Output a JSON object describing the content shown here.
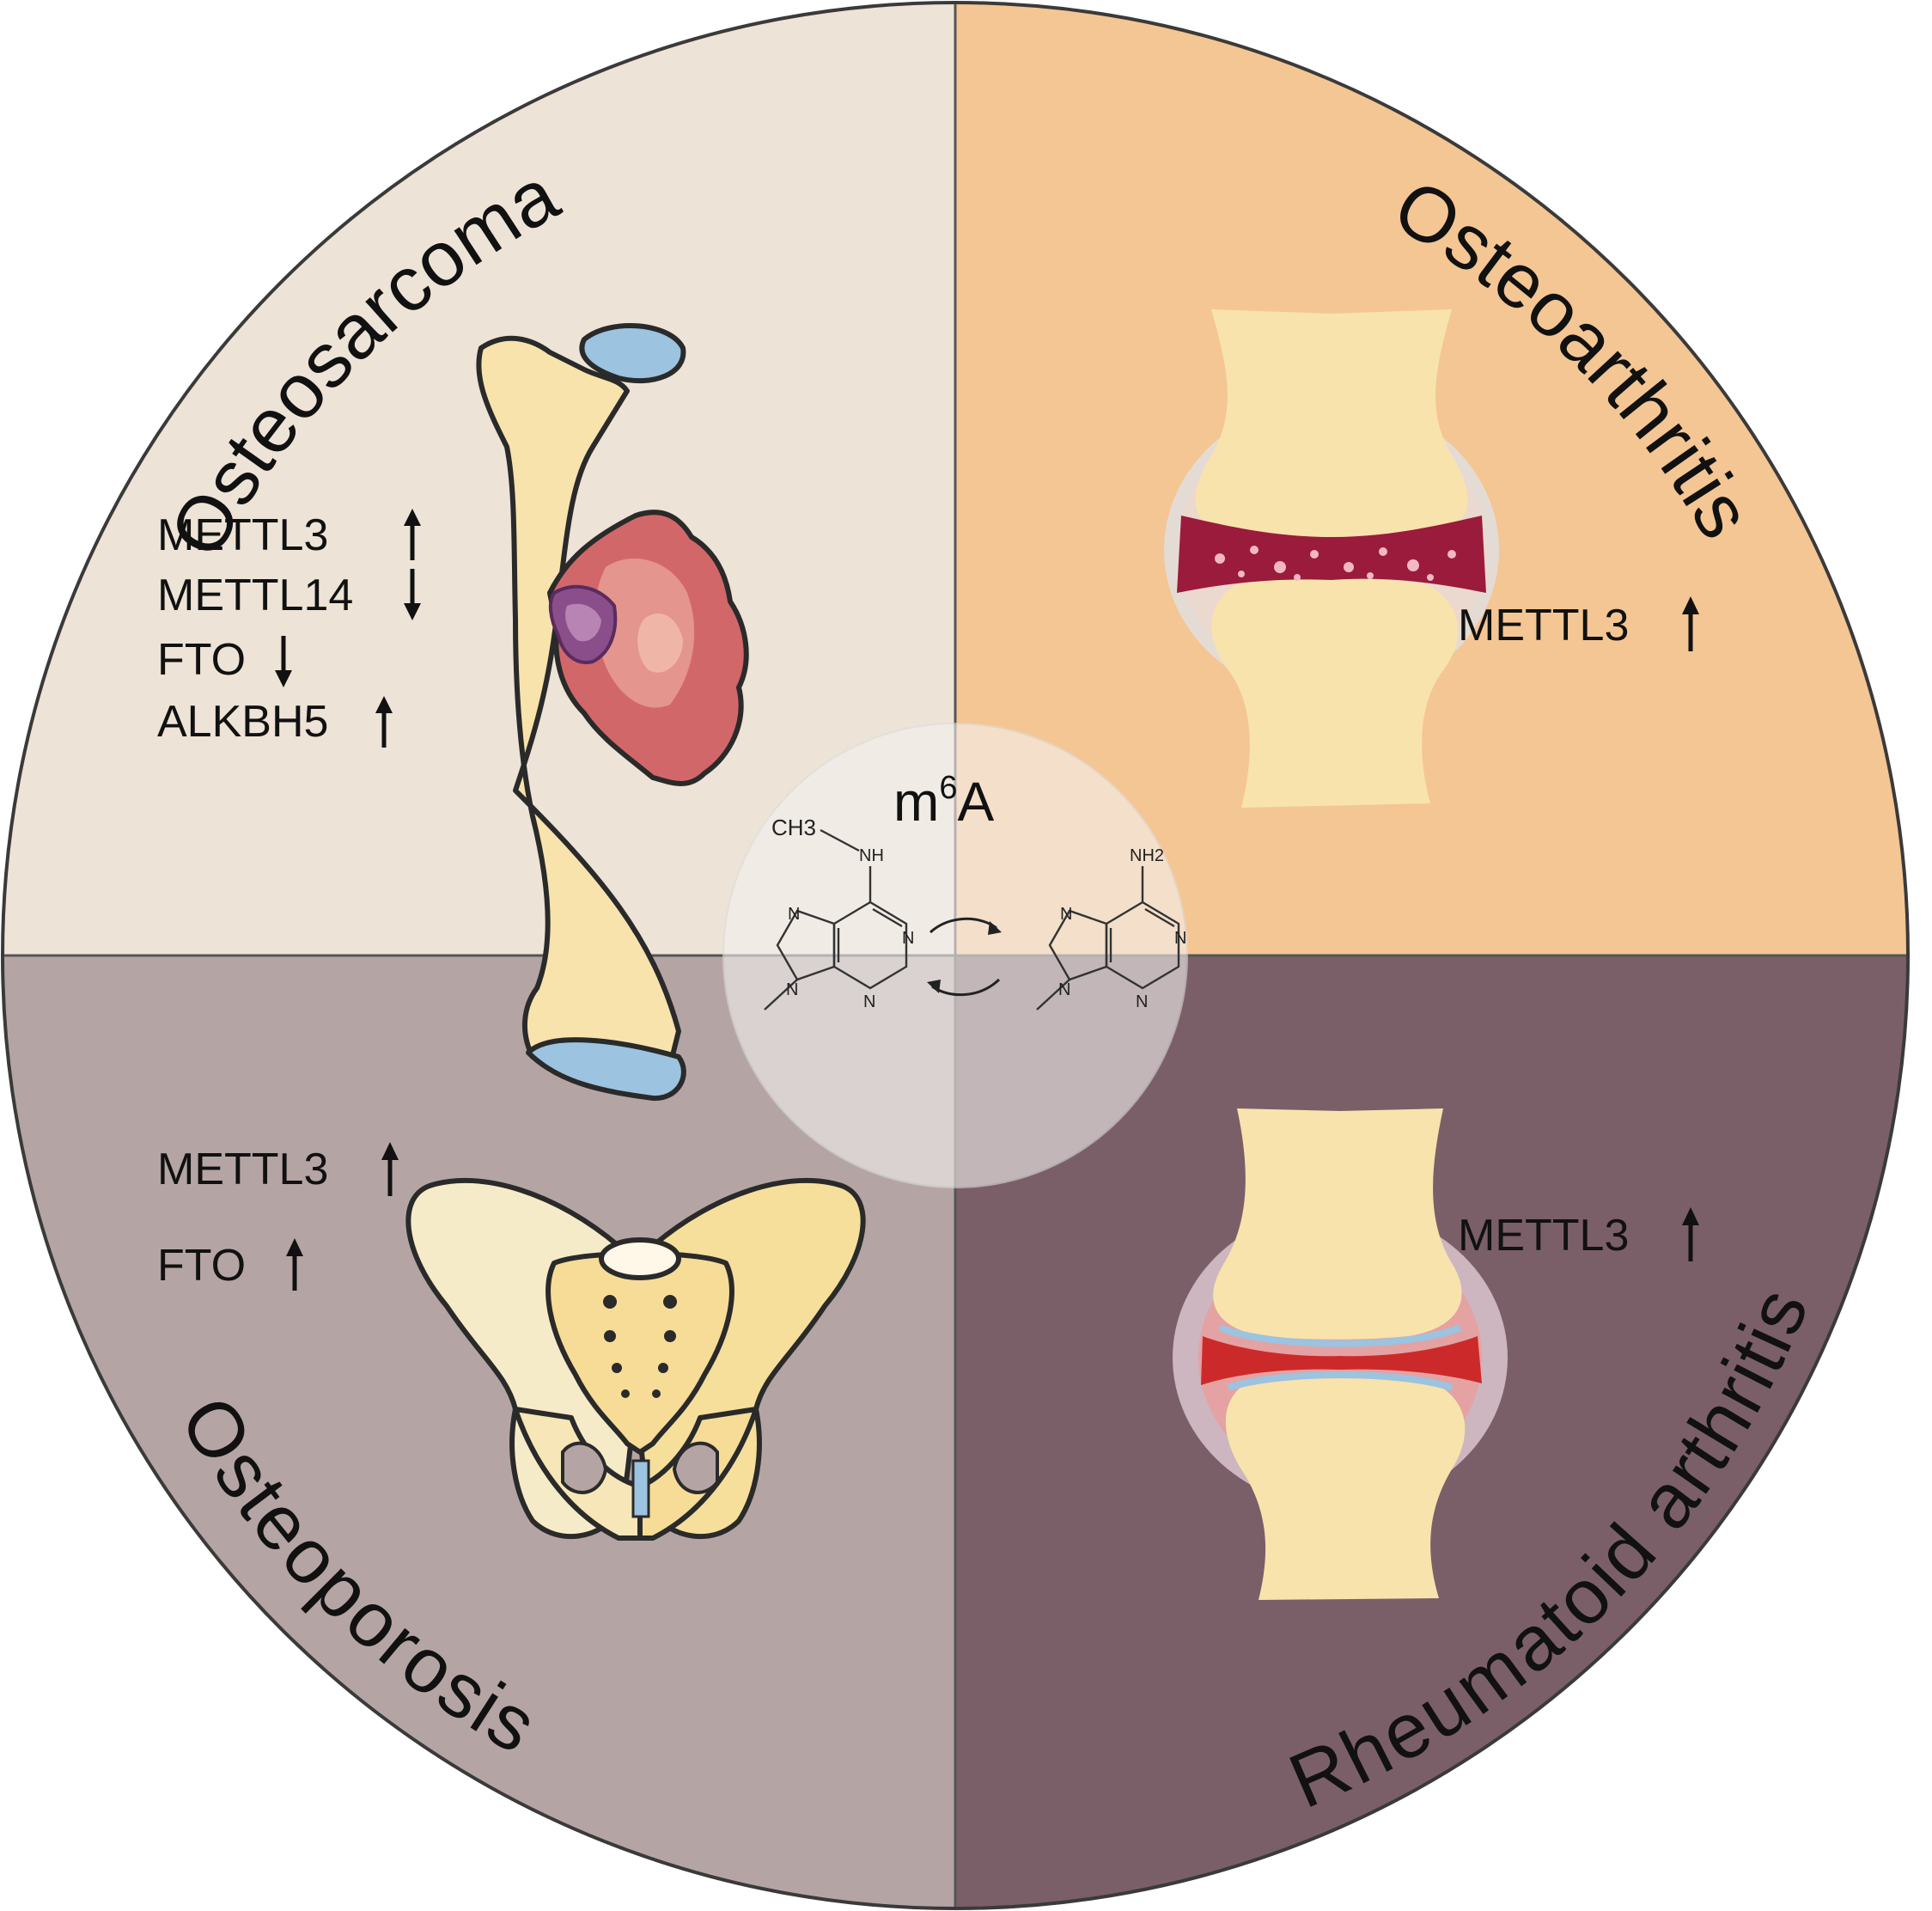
{
  "colors": {
    "osteosarcoma_bg": "#ede3d6",
    "osteoarthritis_bg": "#f4c693",
    "osteoporosis_bg": "#b4a5a4",
    "rheumatoid_bg": "#7a5f69",
    "bone": "#f8e3ac",
    "cartilage": "#9cc3df",
    "tumor": "#d2676a",
    "lesion_oa": "#9a1b3c",
    "lesion_ra": "#cc2a2a"
  },
  "center": {
    "label_base": "m",
    "label_sup": "6",
    "label_end": "A",
    "left_molecule": {
      "substituent": "CH3",
      "nh": "NH",
      "n_labels": [
        "N",
        "N",
        "N",
        "N"
      ]
    },
    "right_molecule": {
      "substituent": "NH2",
      "n_labels": [
        "N",
        "N",
        "N",
        "N"
      ]
    },
    "icons": [
      "demethylation-arrow-icon",
      "methylation-arrow-icon"
    ]
  },
  "quadrants": {
    "osteosarcoma": {
      "title": "Osteosarcoma",
      "icon": "femur-tumor-icon",
      "genes": [
        {
          "name": "METTL3",
          "direction": "up"
        },
        {
          "name": "METTL14",
          "direction": "down"
        },
        {
          "name": "FTO",
          "direction": "down"
        },
        {
          "name": "ALKBH5",
          "direction": "up"
        }
      ]
    },
    "osteoarthritis": {
      "title": "Osteoarthritis",
      "icon": "osteoarthritic-joint-icon",
      "genes": [
        {
          "name": "METTL3",
          "direction": "up"
        }
      ]
    },
    "osteoporosis": {
      "title": "Osteoporosis",
      "icon": "pelvis-icon",
      "genes": [
        {
          "name": "METTL3",
          "direction": "up"
        },
        {
          "name": "FTO",
          "direction": "up"
        }
      ]
    },
    "rheumatoid": {
      "title": "Rheumatoid arthritis",
      "icon": "rheumatoid-joint-icon",
      "genes": [
        {
          "name": "METTL3",
          "direction": "up"
        }
      ]
    }
  }
}
